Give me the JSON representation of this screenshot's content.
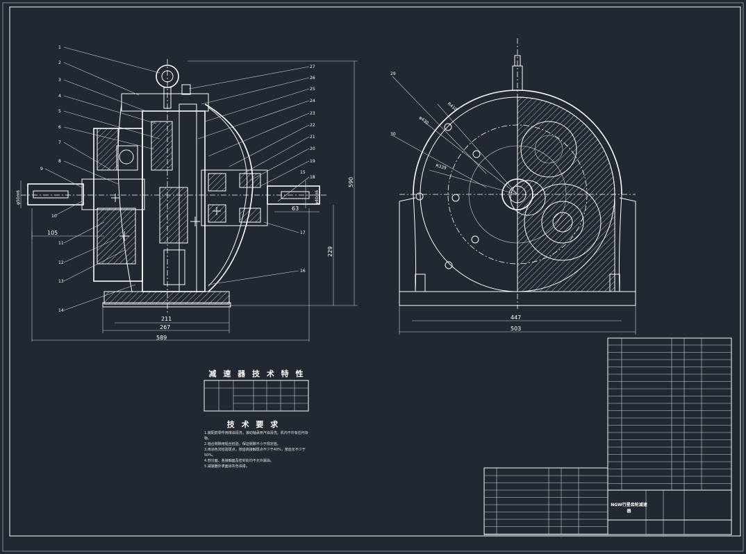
{
  "colors": {
    "background": "#212830",
    "lines": "#ffffff"
  },
  "drawing": {
    "front_dims": {
      "d1": "105",
      "d2": "211",
      "d3": "267",
      "d4": "589",
      "d5": "63",
      "d6": "229",
      "d7": "590",
      "shaft_left": "φ50m6",
      "shaft_right": "φ40m6"
    },
    "side_dims": {
      "width_inner": "447",
      "width_outer": "503",
      "r1": "R410",
      "r2": "φ430",
      "r3": "R339"
    },
    "left_leaders": [
      "1",
      "2",
      "3",
      "4",
      "5",
      "6",
      "7",
      "8",
      "9",
      "10",
      "11",
      "12",
      "13",
      "14"
    ],
    "right_leaders": [
      "27",
      "26",
      "25",
      "24",
      "23",
      "22",
      "21",
      "20",
      "19",
      "18",
      "17",
      "16",
      "15"
    ]
  },
  "spec_title": "减 速 器 技 术 特 性",
  "req_title": "技 术 要 求",
  "req_lines": [
    "1.装配前零件用煤油清洗，滚动轴承用汽油清洗，机内不许有任何杂物。",
    "2.啮合侧隙用铅丝检验，保证侧隙不小于规定值。",
    "3.用涂色法检验斑点，按齿高接触斑点不少于40%，按齿长不少于50%。",
    "4.剖分面、各接触面及密封处均不允许漏油。",
    "5.减速器外表面涂灰色油漆。"
  ],
  "title_block": {
    "name": "NGW行星齿轮减速器"
  }
}
